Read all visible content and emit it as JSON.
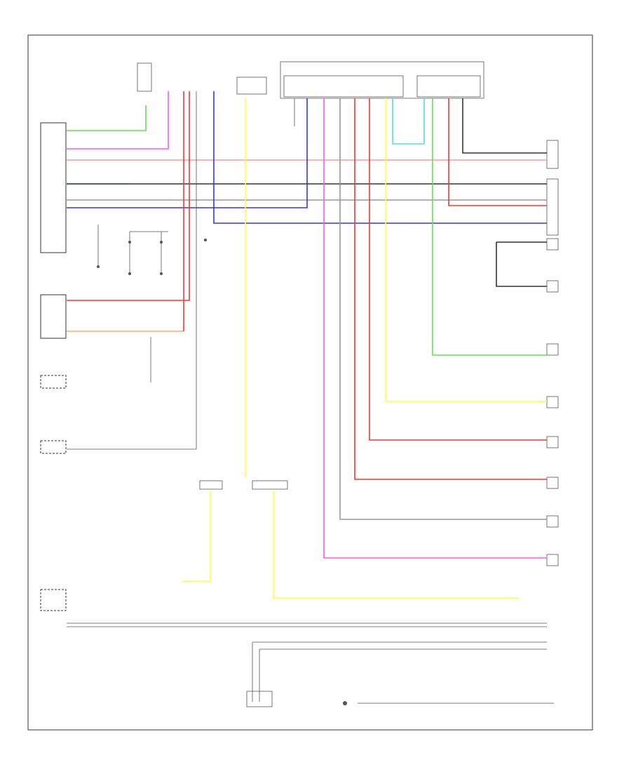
{
  "diagram": {
    "labels": [
      {
        "id": "ecm-connector-top",
        "text": "",
        "x": 0,
        "y": 0
      },
      {
        "id": "combination-meter-label",
        "text": "",
        "x": 0,
        "y": 0
      }
    ]
  },
  "colors": {
    "green": "#66dd55",
    "magenta": "#ff55ff",
    "red": "#ff3333",
    "pink": "#ff9999",
    "cyan": "#55dddd",
    "blue": "#3333ff",
    "yellow": "#ffff44",
    "orange": "#ffaa66",
    "dark": "#333333",
    "gray": "#999999"
  },
  "footer_code": ""
}
